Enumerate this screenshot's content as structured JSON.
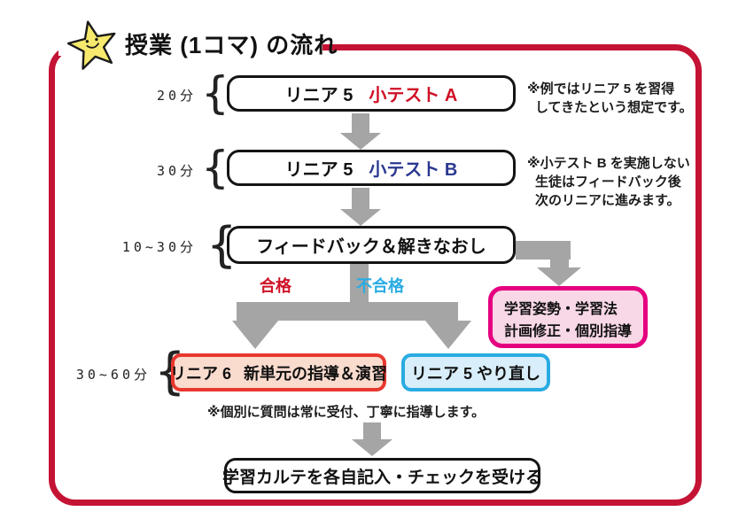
{
  "title": "授業 (1コマ) の流れ",
  "colors": {
    "frame": "#c41334",
    "arrow": "#a5a5a5",
    "test_a": "#cf1126",
    "test_b": "#2b3990",
    "pass": "#cf1126",
    "fail": "#29abe2",
    "side_border": "#e4007f",
    "new_unit_border": "#e8382f",
    "retry_border": "#29abe2",
    "star_fill": "#f6e96d"
  },
  "steps": {
    "step1": {
      "time": "20分",
      "name": "リニア 5",
      "test": "小テスト A"
    },
    "step2": {
      "time": "30分",
      "name": "リニア 5",
      "test": "小テスト B"
    },
    "step3": {
      "time": "10~30分",
      "label": "フィードバック＆解きなおし"
    },
    "step4": {
      "time": "30~60分"
    }
  },
  "branch": {
    "pass": "合格",
    "fail": "不合格"
  },
  "notes": {
    "note1": {
      "line1": "※例ではリニア 5 を習得",
      "line2": "してきたという想定です。"
    },
    "note2": {
      "line1": "※小テスト B を実施しない",
      "line2": "生徒はフィードバック後",
      "line3": "次のリニアに進みます。"
    },
    "note3": "※個別に質問は常に受付、丁寧に指導します。"
  },
  "boxes": {
    "side": {
      "line1": "学習姿勢・学習法",
      "line2": "計画修正・個別指導"
    },
    "new_unit": {
      "name": "リニア 6",
      "desc": "新単元の指導＆演習"
    },
    "retry": "リニア 5 やり直し",
    "final": "学習カルテを各自記入・チェックを受ける"
  },
  "decor": {
    "brace": "{"
  }
}
